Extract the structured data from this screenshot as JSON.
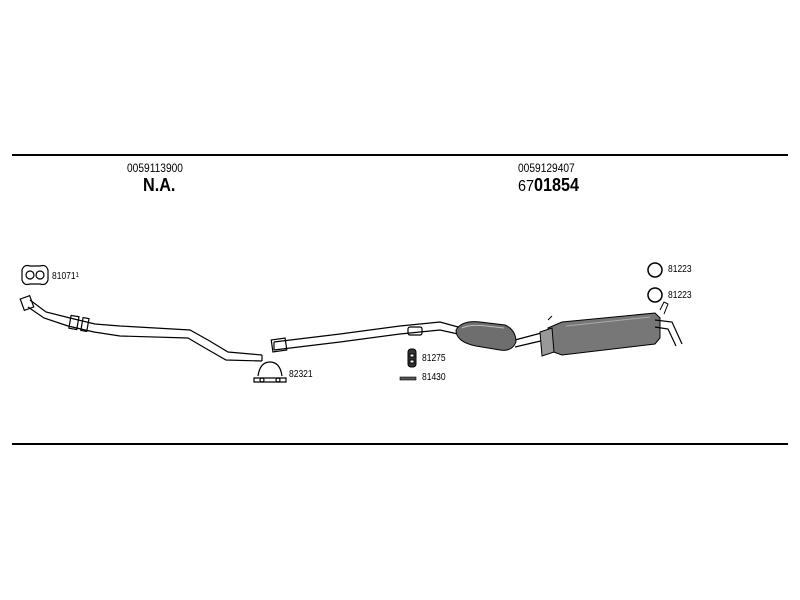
{
  "sections": [
    {
      "oe_number": "0059113900",
      "label": "N.A.",
      "label_prefix": ""
    },
    {
      "oe_number": "0059129407",
      "label": "01854",
      "label_prefix": "67"
    }
  ],
  "parts": [
    {
      "id": "81071",
      "note": "1",
      "shape": "gasket-icon"
    },
    {
      "id": "82321",
      "shape": "clamp-icon"
    },
    {
      "id": "81275",
      "shape": "rubber-mount-icon"
    },
    {
      "id": "81430",
      "shape": "strip-icon"
    },
    {
      "id": "81223",
      "shape": "ring-icon"
    },
    {
      "id": "81223",
      "shape": "ring-icon"
    }
  ]
}
